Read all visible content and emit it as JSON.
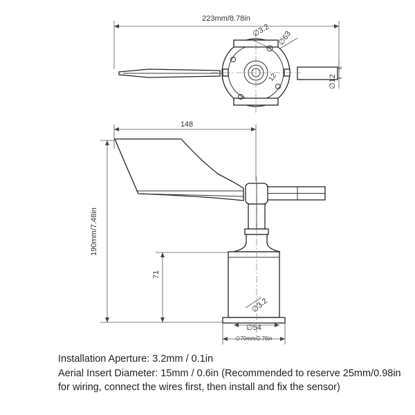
{
  "top_view": {
    "overall_width": "223mm/8.78in",
    "hole_diameter": "∅3.2",
    "bolt_circle": "∅63",
    "shaft_diameter": "∅12"
  },
  "front_view": {
    "vane_length": "148",
    "total_height": "190mm/7.48in",
    "housing_height": "71",
    "hole_diameter": "∅3.2",
    "bolt_circle": "∅54",
    "base_diameter": "∅70mm/2.76in"
  },
  "notes": {
    "line1": "Installation Aperture: 3.2mm / 0.1in",
    "line2": "Aerial Insert Diameter: 15mm / 0.6in (Recommended to reserve 25mm/0.98in for wiring, connect the wires first, then install and fix the sensor)"
  }
}
